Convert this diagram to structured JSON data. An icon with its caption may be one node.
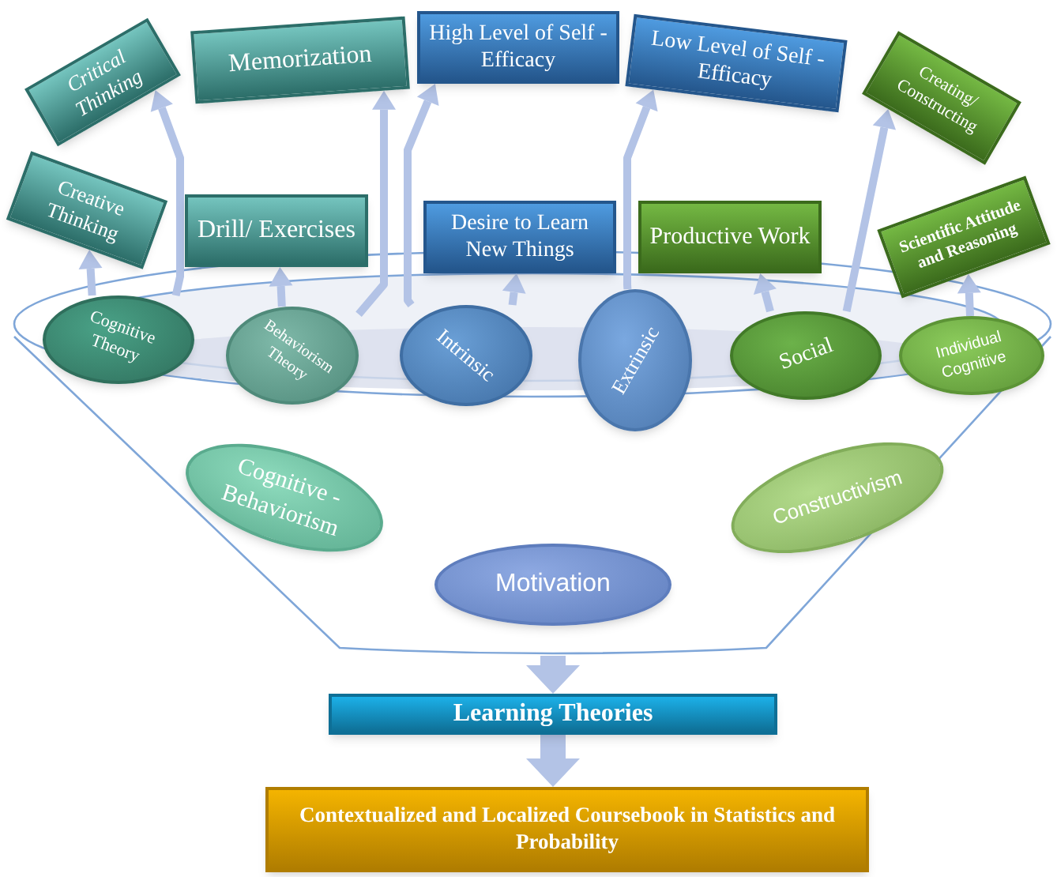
{
  "diagram": {
    "nodes": [
      {
        "text": [
          "Critical Thinking"
        ]
      },
      {
        "text": [
          "Memorization"
        ]
      },
      {
        "text": [
          "High Level of Self - Efficacy"
        ]
      },
      {
        "text": [
          "Low Level of Self - Efficacy"
        ]
      },
      {
        "text": [
          "Creating/ Constructing"
        ]
      },
      {
        "text": [
          "Creative Thinking"
        ]
      },
      {
        "text": [
          "Drill/ Exercises"
        ]
      },
      {
        "text": [
          "Desire to Learn New Things"
        ]
      },
      {
        "text": [
          "Productive Work"
        ]
      },
      {
        "text": [
          "Scientific Attitude and Reasoning"
        ]
      },
      {
        "text": [],
        "shape": "funnel"
      },
      {
        "text": [
          "Cognitive Theory"
        ],
        "in": 10
      },
      {
        "text": [
          "Behaviorism Theory"
        ],
        "in": 10
      },
      {
        "text": [
          "Intrinsic"
        ],
        "in": 10
      },
      {
        "text": [
          "Extrinsic"
        ],
        "in": 10
      },
      {
        "text": [
          "Social"
        ],
        "in": 10
      },
      {
        "text": [
          "Individual Cognitive"
        ],
        "in": 10
      },
      {
        "text": [
          "Cognitive - Behaviorism"
        ],
        "in": 10
      },
      {
        "text": [
          "Constructivism"
        ],
        "in": 10
      },
      {
        "text": [
          "Motivation"
        ],
        "in": 10
      },
      {
        "text": [
          "Learning Theories"
        ]
      },
      {
        "text": [
          "Contextualized and Localized Coursebook in Statistics and Probability"
        ]
      }
    ],
    "edges": [
      {
        "from": 11,
        "to": 5,
        "arrow": "to"
      },
      {
        "from": 11,
        "to": 0,
        "arrow": "to"
      },
      {
        "from": 12,
        "to": 6,
        "arrow": "to"
      },
      {
        "from": 12,
        "to": 1,
        "arrow": "to"
      },
      {
        "from": 13,
        "to": 2,
        "arrow": "to"
      },
      {
        "from": 13,
        "to": 7,
        "arrow": "to"
      },
      {
        "from": 14,
        "to": 3,
        "arrow": "to"
      },
      {
        "from": 15,
        "to": 8,
        "arrow": "to"
      },
      {
        "from": 15,
        "to": 4,
        "arrow": "to"
      },
      {
        "from": 16,
        "to": 9,
        "arrow": "to"
      },
      {
        "from": 10,
        "to": 20,
        "arrow": "to",
        "style": "thick"
      },
      {
        "from": 20,
        "to": 21,
        "arrow": "to",
        "style": "thick"
      }
    ]
  }
}
